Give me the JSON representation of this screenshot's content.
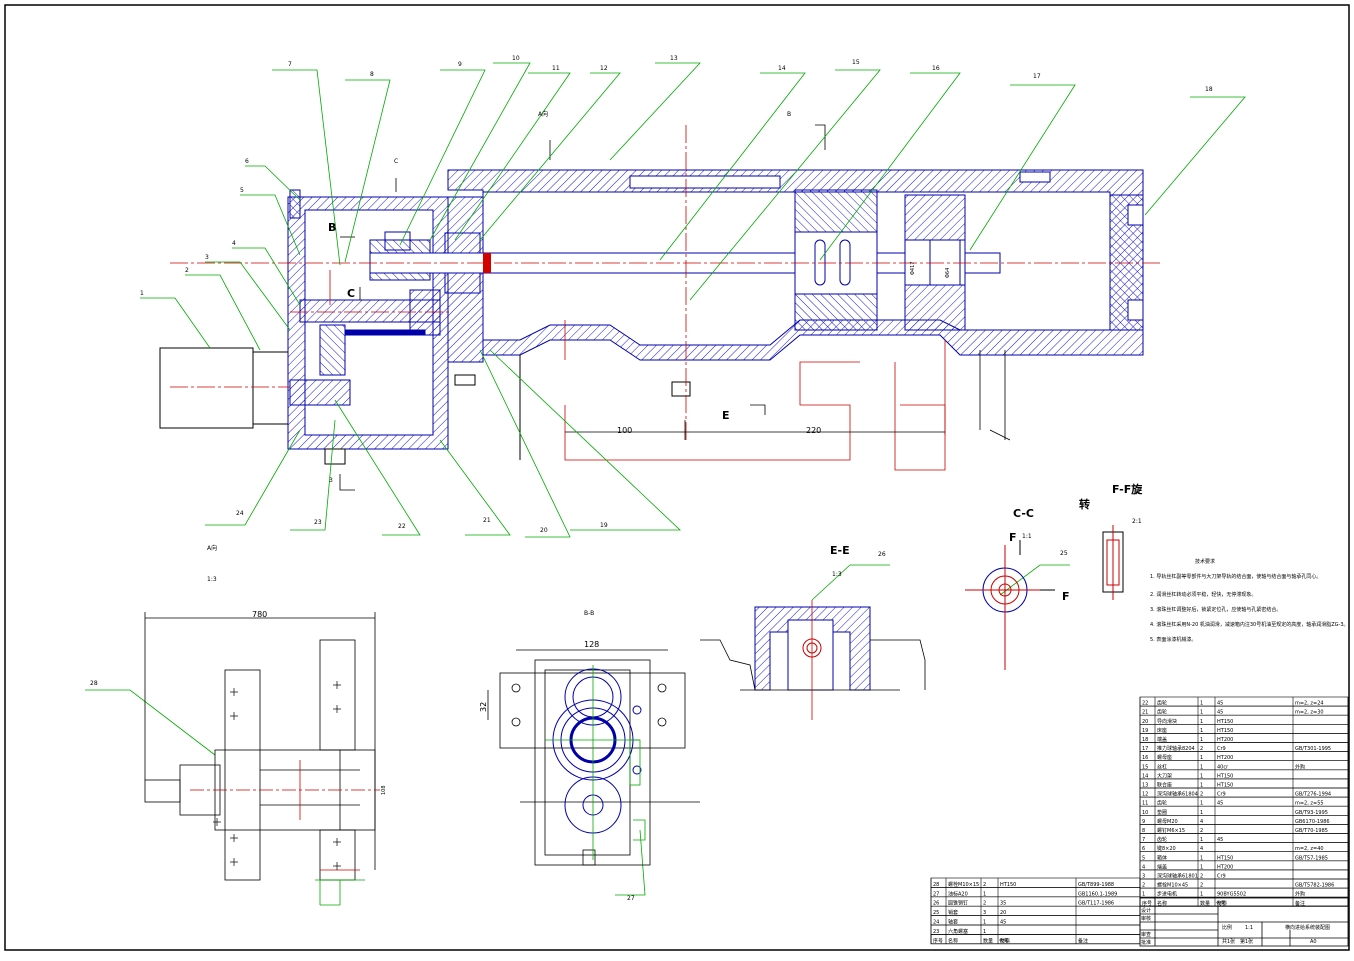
{
  "colors": {
    "outline": "#0000aa",
    "hatch": "#0000cc",
    "leader": "#00aa00",
    "centerline": "#cc0000",
    "frame": "#000000"
  },
  "view_labels": {
    "a_dir_top": "A向",
    "b_top": "B",
    "c_top": "C",
    "b_sec": "B",
    "c_sec": "C",
    "e_sec": "E",
    "three": "3",
    "a_dir_lower": "A向",
    "scale_13": "1:3",
    "b_b": "B-B",
    "e_e": "E-E",
    "e_e_scale": "1:3",
    "c_c": "C-C",
    "c_c_scale": "1:1",
    "f_f_rot": "F-F旋",
    "rot": "转",
    "ff_scale": "2:1",
    "f1": "F",
    "f2": "F"
  },
  "dimensions": {
    "d100": "100",
    "d220": "220",
    "d780": "780",
    "d128": "128",
    "d32": "32",
    "d108": "108",
    "d64": "Φ64",
    "d417": "Φ417"
  },
  "balloons": [
    "1",
    "2",
    "3",
    "4",
    "5",
    "6",
    "7",
    "8",
    "9",
    "10",
    "11",
    "12",
    "13",
    "14",
    "15",
    "16",
    "17",
    "18",
    "19",
    "20",
    "21",
    "22",
    "23",
    "24",
    "25",
    "26",
    "27",
    "28"
  ],
  "tech_req": {
    "title": "技术要求",
    "items": [
      "1. 导轨丝杠副等零部件与大刀架导轨的结合面，使轴与结合面与轴承孔同心。",
      "2. 润滑丝杠转动必须平稳，轻快，无停滞现象。",
      "3. 滚珠丝杠调整好后，锁紧定位孔，应使轴与孔紧密结合。",
      "4. 滚珠丝杠采用N-20 机油润滑，减速箱内注30号机油至规定的高度，轴承润滑脂ZG-3。",
      "5. 表面涂漆机械漆。"
    ]
  },
  "parts_right": [
    {
      "no": "22",
      "name": "齿轮",
      "qty": "1",
      "mat": "45",
      "note": "m=2, z=24"
    },
    {
      "no": "21",
      "name": "齿轮",
      "qty": "1",
      "mat": "45",
      "note": "m=2, z=30"
    },
    {
      "no": "20",
      "name": "导向滑块",
      "qty": "1",
      "mat": "HT150",
      "note": ""
    },
    {
      "no": "19",
      "name": "床座",
      "qty": "1",
      "mat": "HT150",
      "note": ""
    },
    {
      "no": "18",
      "name": "端盖",
      "qty": "1",
      "mat": "HT200",
      "note": ""
    },
    {
      "no": "17",
      "name": "推力球轴承8204",
      "qty": "2",
      "mat": "Cr9",
      "note": "GB/T301-1995"
    },
    {
      "no": "16",
      "name": "螺母座",
      "qty": "1",
      "mat": "HT200",
      "note": ""
    },
    {
      "no": "15",
      "name": "丝杠",
      "qty": "1",
      "mat": "40cr",
      "note": "外购"
    },
    {
      "no": "14",
      "name": "大刀架",
      "qty": "1",
      "mat": "HT150",
      "note": ""
    },
    {
      "no": "13",
      "name": "联合座",
      "qty": "1",
      "mat": "HT150",
      "note": ""
    },
    {
      "no": "12",
      "name": "深沟球轴承61804",
      "qty": "2",
      "mat": "Cr9",
      "note": "GB/T276-1994"
    },
    {
      "no": "11",
      "name": "齿轮",
      "qty": "1",
      "mat": "45",
      "note": "m=2, z=55"
    },
    {
      "no": "10",
      "name": "垫圈",
      "qty": "1",
      "mat": "",
      "note": "GB/T93-1995"
    },
    {
      "no": "9",
      "name": "螺母M20",
      "qty": "4",
      "mat": "",
      "note": "GB6170-1986"
    },
    {
      "no": "8",
      "name": "螺钉M6×15",
      "qty": "2",
      "mat": "",
      "note": "GB/T70-1985"
    },
    {
      "no": "7",
      "name": "齿轮",
      "qty": "1",
      "mat": "45",
      "note": ""
    },
    {
      "no": "6",
      "name": "键8×20",
      "qty": "4",
      "mat": "",
      "note": "m=2, z=40"
    },
    {
      "no": "5",
      "name": "箱体",
      "qty": "1",
      "mat": "HT150",
      "note": "GB/T57-1985"
    },
    {
      "no": "4",
      "name": "端盖",
      "qty": "1",
      "mat": "HT200",
      "note": ""
    },
    {
      "no": "3",
      "name": "深沟球轴承61801",
      "qty": "2",
      "mat": "Cr9",
      "note": ""
    },
    {
      "no": "2",
      "name": "螺栓M10×45",
      "qty": "2",
      "mat": "",
      "note": "GB/T5782-1986"
    },
    {
      "no": "1",
      "name": "步进电机",
      "qty": "1",
      "mat": "90BYG5502",
      "note": "外购"
    }
  ],
  "parts_left": [
    {
      "no": "28",
      "name": "螺栓M10×15",
      "qty": "2",
      "mat": "HT150",
      "note": "GB/T899-1988"
    },
    {
      "no": "27",
      "name": "油标A20",
      "qty": "1",
      "mat": "",
      "note": "GB1160.1-1989"
    },
    {
      "no": "26",
      "name": "圆锥销钉",
      "qty": "2",
      "mat": "35",
      "note": "GB/T117-1986"
    },
    {
      "no": "25",
      "name": "销套",
      "qty": "3",
      "mat": "20",
      "note": ""
    },
    {
      "no": "24",
      "name": "轴套",
      "qty": "1",
      "mat": "45",
      "note": ""
    },
    {
      "no": "23",
      "name": "六角螺塞",
      "qty": "1",
      "mat": "",
      "note": ""
    }
  ],
  "table_headers": {
    "no": "序号",
    "name": "名称",
    "qty": "数量",
    "code": "代号",
    "mat": "材料",
    "note": "备注"
  },
  "title_block": {
    "design": "设计",
    "check": "审核",
    "approve": "批准",
    "drawn": "审查",
    "scale_label": "比例",
    "scale": "1:1",
    "sheets": "共1张",
    "sheet": "第1张",
    "title": "横向进给系统装配图",
    "size": "A0"
  }
}
